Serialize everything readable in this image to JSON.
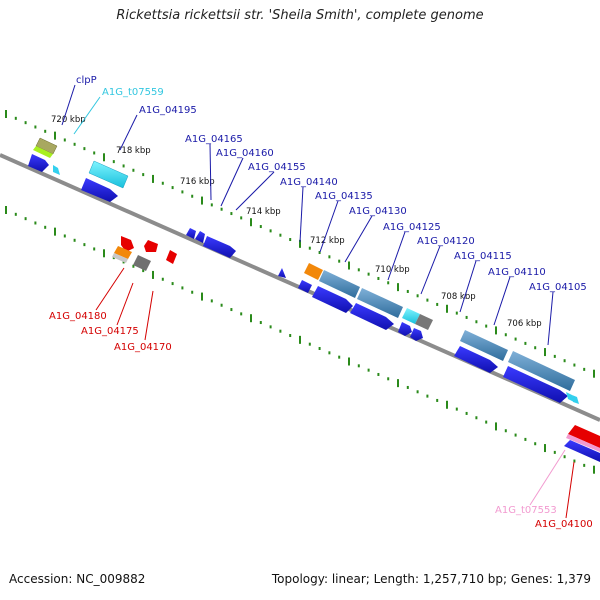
{
  "title": "Rickettsia rickettsii str. 'Sheila Smith', complete genome",
  "accession": "Accession: NC_009882",
  "summary": "Topology: linear; Length: 1,257,710 bp; Genes: 1,379",
  "scale_labels": [
    "720 kbp",
    "718 kbp",
    "716 kbp",
    "714 kbp",
    "712 kbp",
    "710 kbp",
    "708 kbp",
    "706 kbp"
  ],
  "gene_labels": [
    {
      "name": "clpP",
      "color": "#1a1aa8"
    },
    {
      "name": "A1G_t07559",
      "color": "#33c7e0"
    },
    {
      "name": "A1G_04195",
      "color": "#1a1aa8"
    },
    {
      "name": "A1G_04165",
      "color": "#1a1aa8"
    },
    {
      "name": "A1G_04160",
      "color": "#1a1aa8"
    },
    {
      "name": "A1G_04155",
      "color": "#1a1aa8"
    },
    {
      "name": "A1G_04140",
      "color": "#1a1aa8"
    },
    {
      "name": "A1G_04135",
      "color": "#1a1aa8"
    },
    {
      "name": "A1G_04130",
      "color": "#1a1aa8"
    },
    {
      "name": "A1G_04125",
      "color": "#1a1aa8"
    },
    {
      "name": "A1G_04120",
      "color": "#1a1aa8"
    },
    {
      "name": "A1G_04115",
      "color": "#1a1aa8"
    },
    {
      "name": "A1G_04110",
      "color": "#1a1aa8"
    },
    {
      "name": "A1G_04105",
      "color": "#1a1aa8"
    },
    {
      "name": "A1G_04180",
      "color": "#d40000"
    },
    {
      "name": "A1G_04175",
      "color": "#d40000"
    },
    {
      "name": "A1G_04170",
      "color": "#d40000"
    },
    {
      "name": "A1G_t07553",
      "color": "#f29ad0"
    },
    {
      "name": "A1G_04100",
      "color": "#d40000"
    }
  ],
  "colors": {
    "backbone": "#8c8c8c",
    "ruler": "#2a8a1a",
    "cds": "#1a1ae0",
    "trna": "#33d0ee",
    "reverse": "#e60000",
    "gene_bar": "#4a86b8",
    "orange": "#f2880a",
    "gray": "#707070",
    "olive": "#9a9a44",
    "lime": "#a8f020"
  }
}
